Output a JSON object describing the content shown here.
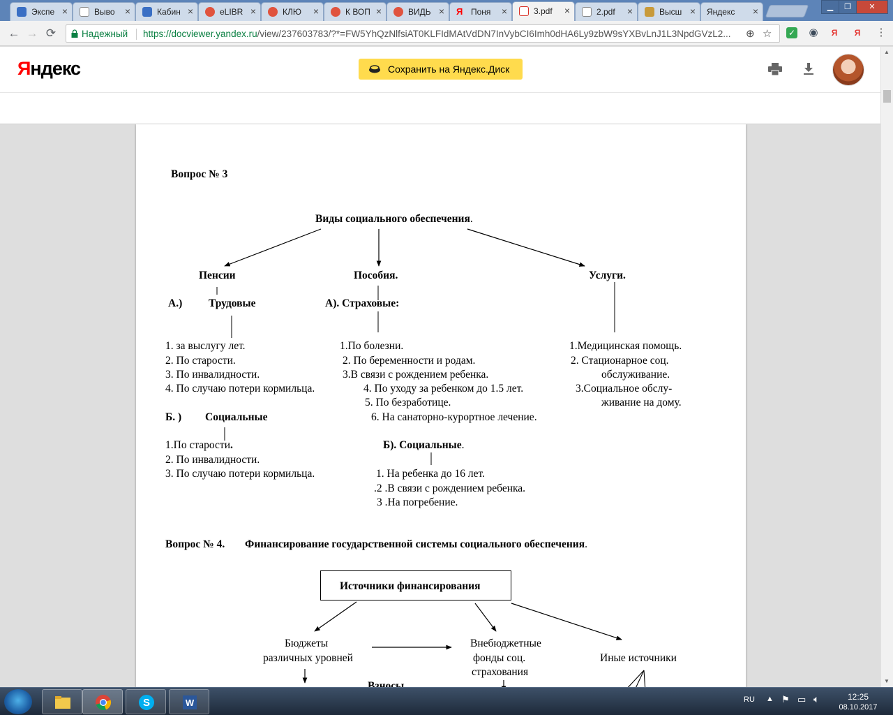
{
  "browser": {
    "tabs": [
      {
        "title": "Экспе",
        "favicon_color": "#3a6fc4"
      },
      {
        "title": "Выво",
        "favicon_color": "#ffffff"
      },
      {
        "title": "Кабин",
        "favicon_color": "#3a6fc4"
      },
      {
        "title": "eLIBR",
        "favicon_color": "#e0533e"
      },
      {
        "title": "КЛЮ",
        "favicon_color": "#e0533e"
      },
      {
        "title": "К ВОП",
        "favicon_color": "#e0533e"
      },
      {
        "title": "ВИДЬ",
        "favicon_color": "#e0533e"
      },
      {
        "title": "Поня",
        "favicon_color": "#ff0000"
      },
      {
        "title": "3.pdf",
        "favicon_color": "#d93025"
      },
      {
        "title": "2.pdf",
        "favicon_color": "#ffffff"
      },
      {
        "title": "Высш",
        "favicon_color": "#c89a3a"
      },
      {
        "title": "Яндекс",
        "favicon_color": ""
      }
    ],
    "secure_label": "Надежный",
    "url_main": "https://docviewer.yandex.ru",
    "url_rest": "/view/237603783/?*=FW5YhQzNlfsiAT0KLFIdMAtVdDN7InVybCI6Imh0dHA6Ly9zbW9sYXBvLnJ1L3NpdGVzL2..."
  },
  "header": {
    "logo_first": "Я",
    "logo_rest": "ндекс",
    "save_button": "Сохранить на Яндекс.Диск"
  },
  "document": {
    "q3_title": "Вопрос № 3",
    "q3_heading": "Виды  социального обеспечения",
    "q3_heading_dot": ".",
    "pensions": {
      "title": "Пенсии",
      "a_label": "А.)",
      "a_title": "Трудовые",
      "a_items": [
        "1.    за выслугу лет.",
        "2.    По    старости.",
        "3.    По инвалидности.",
        "4.    По случаю потери кормильца."
      ],
      "b_label": "Б. )",
      "b_title": "Социальные",
      "b_items": [
        "1.По старости",
        "2. По инвалидности.",
        "3. По случаю потери кормильца."
      ],
      "b_item1_dot": "."
    },
    "benefits": {
      "title": "Пособия.",
      "a_title": "А). Страховые:",
      "a_items": [
        "1.По болезни.",
        "2. По беременности и родам.",
        "3.В связи с рождением ребенка.",
        "4. По уходу за ребенком до 1.5 лет.",
        "5. По безработице.",
        "6. На санаторно-курортное лечение."
      ],
      "b_title": "Б). Социальные",
      "b_title_dot": ".",
      "b_items": [
        "1. На ребенка до 16 лет.",
        ".2 .В связи с рождением ребенка.",
        "3 .На погребение."
      ]
    },
    "services": {
      "title": "Услуги.",
      "items": [
        "1.Медицинская помощь.",
        "2. Стационарное соц.",
        "обслуживание.",
        "3.Социальное обслу-",
        "живание на дому."
      ]
    },
    "q4_title": "Вопрос № 4.",
    "q4_heading": "Финансирование государственной системы социального обеспечения",
    "q4_heading_dot": ".",
    "sources": {
      "box_title": "Источники финансирования",
      "budgets": [
        "Бюджеты",
        "различных уровней"
      ],
      "funds": [
        "Внебюджетные",
        "фонды соц.",
        "страхования"
      ],
      "other": "Иные источники",
      "cut_text": "Взносы"
    }
  },
  "taskbar": {
    "lang": "RU",
    "time": "12:25",
    "date": "08.10.2017"
  }
}
